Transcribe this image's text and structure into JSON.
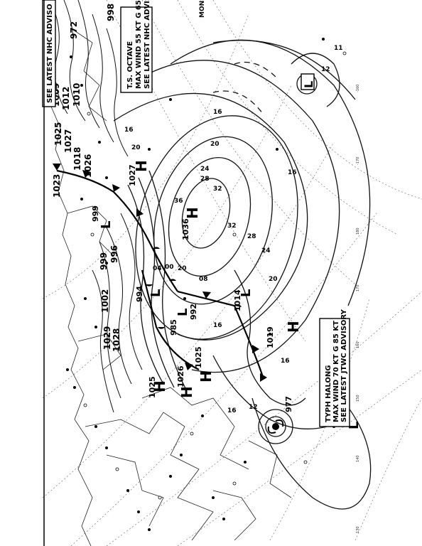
{
  "chart": {
    "pressure_centers": [
      {
        "type": "H",
        "value": "1036"
      },
      {
        "type": "H",
        "value": "1027"
      },
      {
        "type": "H",
        "value": "1025"
      },
      {
        "type": "H",
        "value": "1026"
      },
      {
        "type": "H",
        "value": "1025"
      },
      {
        "type": "H",
        "value": "1019"
      },
      {
        "type": "L",
        "value": "992"
      },
      {
        "type": "L",
        "value": "994"
      },
      {
        "type": "L",
        "value": "1014"
      },
      {
        "type": "L",
        "value": "999"
      },
      {
        "type": "L",
        "value": "977"
      }
    ],
    "isobar_labels": [
      "1009",
      "1012",
      "1025",
      "1027",
      "1018",
      "1023",
      "1026",
      "1028",
      "1029",
      "1002",
      "996",
      "999",
      "985",
      "972",
      "998",
      "1010"
    ],
    "wave_labels": [
      "16",
      "20",
      "24",
      "28",
      "32",
      "36",
      "12",
      "08",
      "04",
      "00"
    ],
    "longitudes": [
      "-160",
      "-170",
      "180",
      "170",
      "160",
      "150",
      "140",
      "130"
    ],
    "advisories": {
      "octave": {
        "line1": "T.S. OCTAVE",
        "line2": "MAX WIND 55 KT G 65",
        "line3": "SEE LATEST NHC ADVISORY"
      },
      "halong": {
        "line1": "TYPH HALONG",
        "line2": "MAX WIND 70 KT G 85 KT",
        "line3": "SEE LATEST JTWC ADVISORY"
      },
      "top_partial": "SEE LATEST NHC ADVISO",
      "top_right_partial": "MONS TR"
    }
  }
}
